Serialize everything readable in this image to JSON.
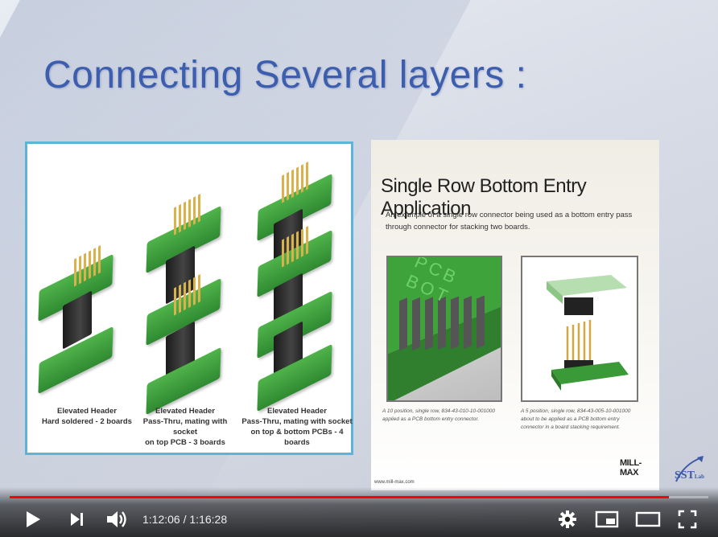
{
  "slide": {
    "title": "Connecting Several layers :",
    "left_figure": {
      "captions": [
        {
          "line1": "Elevated Header",
          "line2": "Hard soldered - 2 boards",
          "line3": ""
        },
        {
          "line1": "Elevated Header",
          "line2": "Pass-Thru, mating with socket",
          "line3": "on top PCB - 3 boards"
        },
        {
          "line1": "Elevated Header",
          "line2": "Pass-Thru, mating with socket",
          "line3": "on top & bottom PCBs - 4 boards"
        }
      ]
    },
    "right_figure": {
      "title": "Single Row Bottom Entry Application",
      "description": "An example of a single row connector being used as a bottom entry pass through connector for stacking two boards.",
      "image_a_text": "PCB BOT",
      "caption_a": "A 10 position, single row, 834-43-010-10-001000 applied as a PCB bottom entry connector.",
      "caption_b": "A 5 position, single row, 834-43-005-10-001000 about to be applied as a PCB bottom entry connector in a board stacking requirement.",
      "url": "www.mill-max.com",
      "brand": "MILL-MAX"
    },
    "lab_logo_text": "SST",
    "lab_logo_small": "Lab"
  },
  "player": {
    "current_time": "1:12:06",
    "separator": " / ",
    "duration": "1:16:28",
    "progress_fraction": 0.943,
    "progress_color": "#ff0000",
    "icons": [
      "play-icon",
      "next-icon",
      "volume-icon",
      "settings-gear-icon",
      "miniplayer-icon",
      "theater-mode-icon",
      "fullscreen-icon"
    ]
  }
}
